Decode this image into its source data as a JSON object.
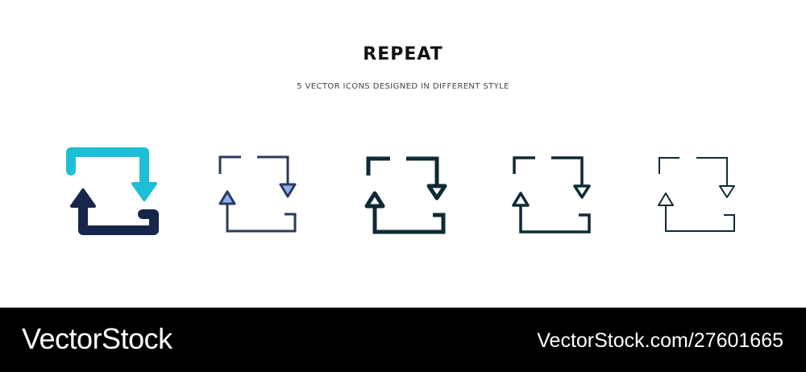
{
  "header": {
    "title": "REPEAT",
    "subtitle": "5 VECTOR ICONS DESIGNED IN DIFFERENT STYLE"
  },
  "icons": [
    {
      "name": "repeat-icon",
      "style": "flat",
      "colors": [
        "#1dbfd6",
        "#17264b"
      ]
    },
    {
      "name": "repeat-icon",
      "style": "filled-outline",
      "colors": [
        "#2b3a5e",
        "#8cb4f0"
      ]
    },
    {
      "name": "repeat-icon",
      "style": "bold-outline",
      "colors": [
        "#0f2a35"
      ]
    },
    {
      "name": "repeat-icon",
      "style": "outline",
      "colors": [
        "#0f2a35"
      ]
    },
    {
      "name": "repeat-icon",
      "style": "thin-line",
      "colors": [
        "#0f2a35"
      ]
    }
  ],
  "footer": {
    "brand": "VectorStock",
    "url": "VectorStock.com/27601665"
  }
}
